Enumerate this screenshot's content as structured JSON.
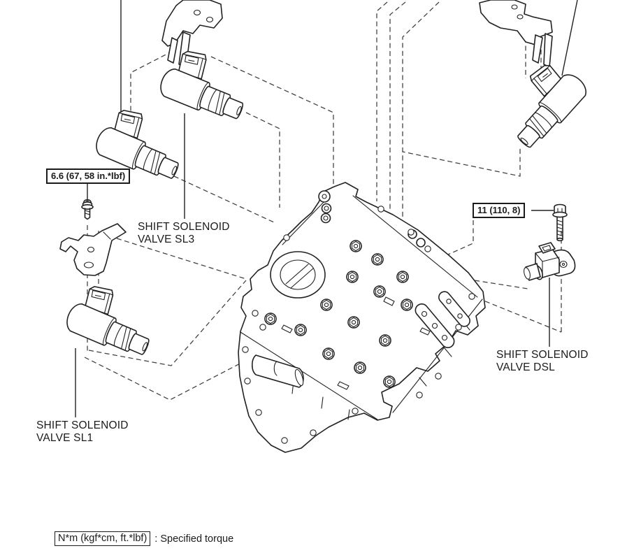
{
  "page": {
    "background": "#ffffff",
    "ink": "#222222",
    "dash_color": "#3f3f3f",
    "description": "Automatic transmission valve body exploded view with shift solenoid valves"
  },
  "callouts": {
    "bracket_bolt_torque": "6.6 (67, 58 in.*lbf)",
    "dsl_bolt_torque": "11 (110, 8)"
  },
  "part_labels": {
    "sl3": {
      "line1": "SHIFT SOLENOID",
      "line2": "VALVE SL3"
    },
    "sl1": {
      "line1": "SHIFT SOLENOID",
      "line2": "VALVE SL1"
    },
    "dsl": {
      "line1": "SHIFT SOLENOID",
      "line2": "VALVE DSL"
    }
  },
  "legend": {
    "torque_unit": "N*m (kgf*cm, ft.*lbf)",
    "caption": ": Specified torque"
  }
}
